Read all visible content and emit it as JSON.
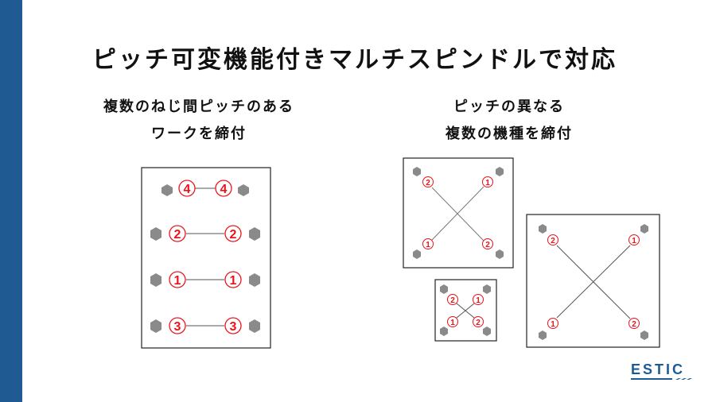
{
  "slide": {
    "title": "ピッチ可変機能付きマルチスピンドルで対応",
    "accent_color": "#1f5b92",
    "label_color": "#e8141b",
    "hex_color": "#8a8a8a"
  },
  "left_section": {
    "caption_line1": "複数のねじ間ピッチのある",
    "caption_line2": "ワークを締付",
    "rows": [
      {
        "label_left": "4",
        "label_right": "4"
      },
      {
        "label_left": "2",
        "label_right": "2"
      },
      {
        "label_left": "1",
        "label_right": "1"
      },
      {
        "label_left": "3",
        "label_right": "3"
      }
    ]
  },
  "right_section": {
    "caption_line1": "ピッチの異なる",
    "caption_line2": "複数の機種を締付",
    "workpieces": [
      {
        "name": "medium",
        "top_left": "2",
        "top_right": "1",
        "bottom_left": "1",
        "bottom_right": "2"
      },
      {
        "name": "small",
        "top_left": "2",
        "top_right": "1",
        "bottom_left": "1",
        "bottom_right": "2"
      },
      {
        "name": "large",
        "top_left": "2",
        "top_right": "1",
        "bottom_left": "1",
        "bottom_right": "2"
      }
    ]
  },
  "logo": {
    "text": "ESTIC"
  }
}
